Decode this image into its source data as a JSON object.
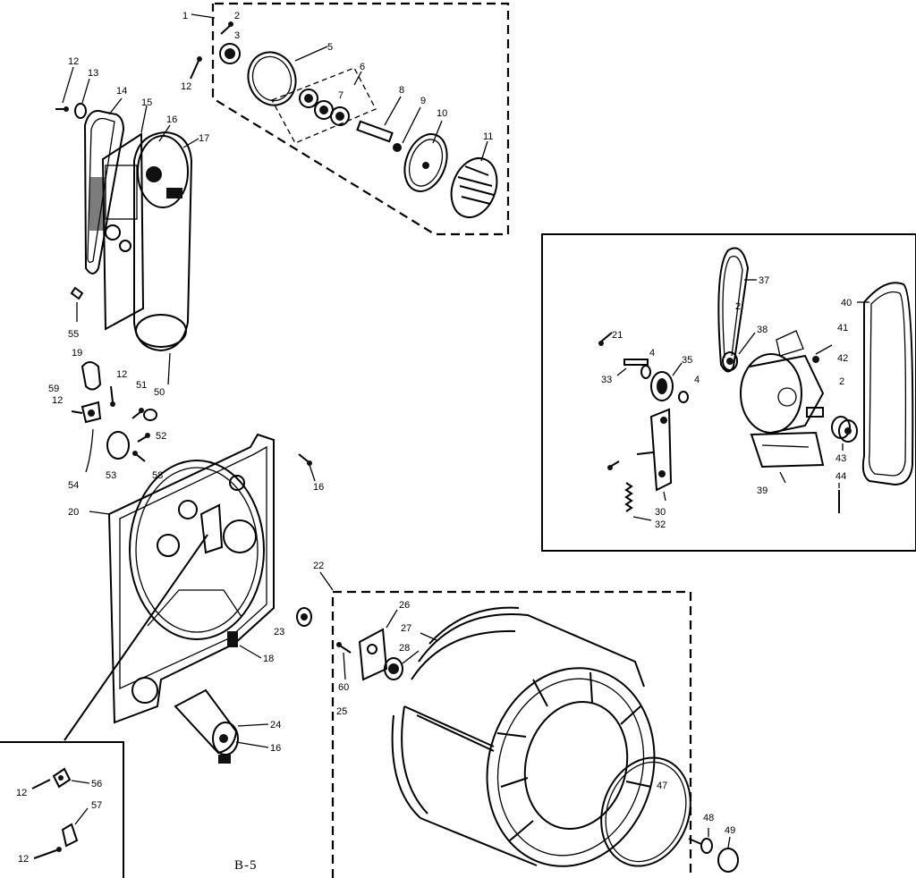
{
  "page_label": "B-5",
  "part_numbers": {
    "p1": "1",
    "p2": "2",
    "p3": "3",
    "p5": "5",
    "p6": "6",
    "p7": "7",
    "p8": "8",
    "p9": "9",
    "p10": "10",
    "p11": "11",
    "p12a": "12",
    "p12b": "12",
    "p13": "13",
    "p14": "14",
    "p15": "15",
    "p16a": "16",
    "p17": "17",
    "p55": "55",
    "p19": "19",
    "p12c": "12",
    "p51": "51",
    "p50": "50",
    "p59": "59",
    "p12d": "12",
    "p52": "52",
    "p54": "54",
    "p53": "53",
    "p58": "58",
    "p16b": "16",
    "p20": "20",
    "p22": "22",
    "p23": "23",
    "p18": "18",
    "p26": "26",
    "p27": "27",
    "p28": "28",
    "p60": "60",
    "p25": "25",
    "p24": "24",
    "p16c": "16",
    "p56": "56",
    "p12e": "12",
    "p57": "57",
    "p12f": "12",
    "p47": "47",
    "p48": "48",
    "p49": "49",
    "p37": "37",
    "p40": "40",
    "p21": "21",
    "p2b": "2",
    "p38": "38",
    "p41": "41",
    "p42": "42",
    "p4": "4",
    "p35": "35",
    "p33": "33",
    "p4b": "4",
    "p2c": "2",
    "p43": "43",
    "p44": "44",
    "p30": "30",
    "p32": "32",
    "p39": "39"
  }
}
